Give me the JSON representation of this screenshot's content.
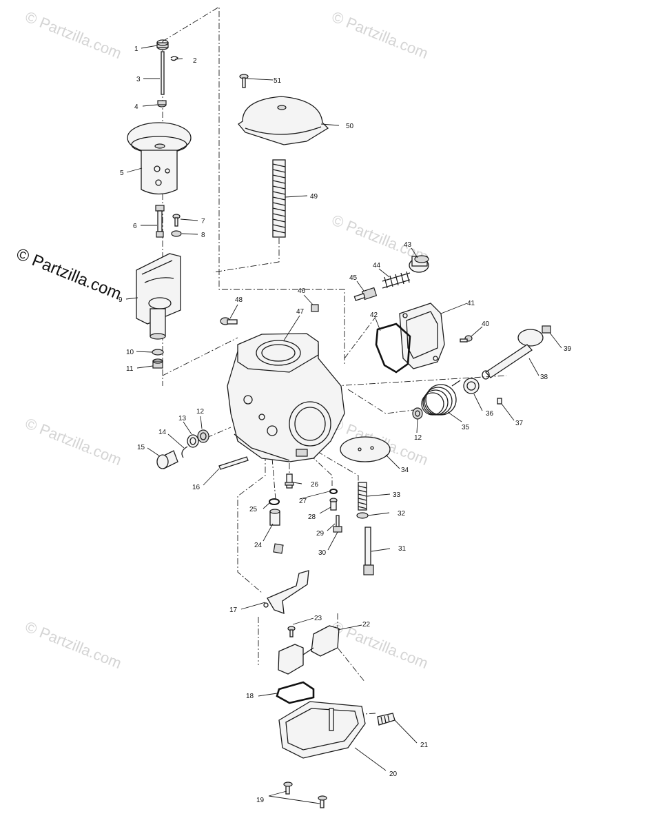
{
  "watermark": {
    "main_text": "© Partzilla.com",
    "faint_text": "© Partzilla.com"
  },
  "callouts": [
    {
      "id": "1",
      "label": "1"
    },
    {
      "id": "2",
      "label": "2"
    },
    {
      "id": "3",
      "label": "3"
    },
    {
      "id": "4",
      "label": "4"
    },
    {
      "id": "5",
      "label": "5"
    },
    {
      "id": "6",
      "label": "6"
    },
    {
      "id": "7",
      "label": "7"
    },
    {
      "id": "8",
      "label": "8"
    },
    {
      "id": "9",
      "label": "9"
    },
    {
      "id": "10",
      "label": "10"
    },
    {
      "id": "11",
      "label": "11"
    },
    {
      "id": "12a",
      "label": "12"
    },
    {
      "id": "12b",
      "label": "12"
    },
    {
      "id": "13",
      "label": "13"
    },
    {
      "id": "14",
      "label": "14"
    },
    {
      "id": "15",
      "label": "15"
    },
    {
      "id": "16",
      "label": "16"
    },
    {
      "id": "17",
      "label": "17"
    },
    {
      "id": "18",
      "label": "18"
    },
    {
      "id": "19",
      "label": "19"
    },
    {
      "id": "20",
      "label": "20"
    },
    {
      "id": "21",
      "label": "21"
    },
    {
      "id": "22",
      "label": "22"
    },
    {
      "id": "23",
      "label": "23"
    },
    {
      "id": "24",
      "label": "24"
    },
    {
      "id": "25",
      "label": "25"
    },
    {
      "id": "26",
      "label": "26"
    },
    {
      "id": "27",
      "label": "27"
    },
    {
      "id": "28",
      "label": "28"
    },
    {
      "id": "29",
      "label": "29"
    },
    {
      "id": "30",
      "label": "30"
    },
    {
      "id": "31",
      "label": "31"
    },
    {
      "id": "32",
      "label": "32"
    },
    {
      "id": "33",
      "label": "33"
    },
    {
      "id": "34",
      "label": "34"
    },
    {
      "id": "35",
      "label": "35"
    },
    {
      "id": "36",
      "label": "36"
    },
    {
      "id": "37",
      "label": "37"
    },
    {
      "id": "38",
      "label": "38"
    },
    {
      "id": "39",
      "label": "39"
    },
    {
      "id": "40",
      "label": "40"
    },
    {
      "id": "41",
      "label": "41"
    },
    {
      "id": "42",
      "label": "42"
    },
    {
      "id": "43",
      "label": "43"
    },
    {
      "id": "44",
      "label": "44"
    },
    {
      "id": "45",
      "label": "45"
    },
    {
      "id": "46",
      "label": "46"
    },
    {
      "id": "47",
      "label": "47"
    },
    {
      "id": "48",
      "label": "48"
    },
    {
      "id": "49",
      "label": "49"
    },
    {
      "id": "50",
      "label": "50"
    },
    {
      "id": "51",
      "label": "51"
    }
  ]
}
